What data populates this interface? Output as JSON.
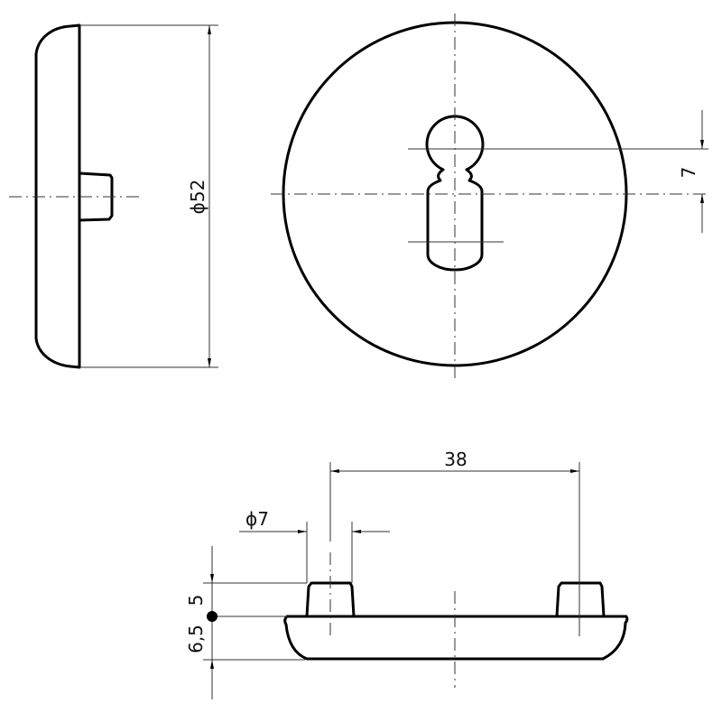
{
  "dimensions": {
    "diameter_plate": "ϕ52",
    "keyhole_offset": "7",
    "pin_spacing": "38",
    "pin_diameter": "ϕ7",
    "pin_height": "5",
    "plate_thickness": "6,5"
  },
  "colors": {
    "line": "#000000",
    "background": "#ffffff"
  }
}
